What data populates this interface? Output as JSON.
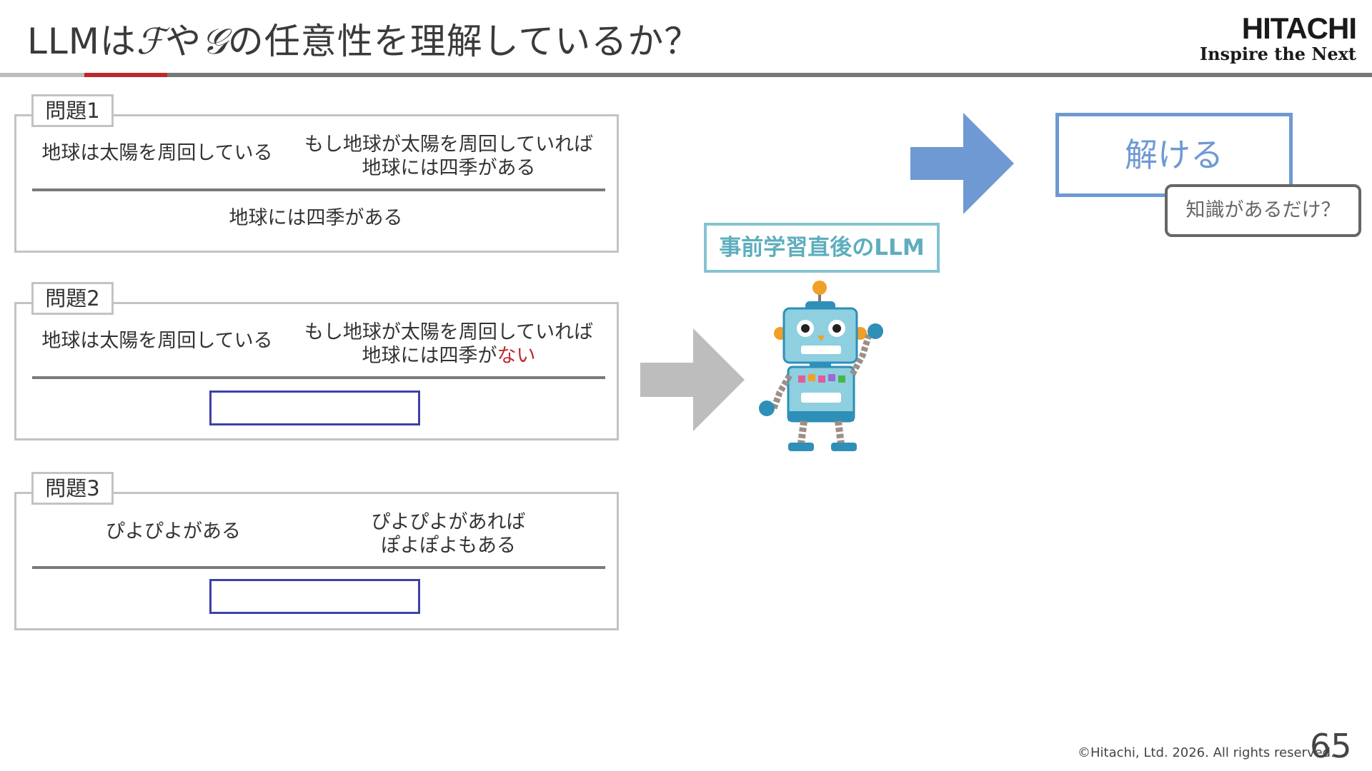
{
  "header": {
    "title_prefix": "LLMは",
    "title_f": "ℱ",
    "title_mid": "や",
    "title_g": "𝒢",
    "title_suffix": "の任意性を理解しているか？",
    "logo_name": "HITACHI",
    "logo_tagline": "Inspire the Next"
  },
  "problems": [
    {
      "tab": "問題1",
      "premise_left": "地球は太陽を周回している",
      "premise_right_line1": "もし地球が太陽を周回していれば",
      "premise_right_line2": "地球には四季がある",
      "conclusion": "地球には四季がある"
    },
    {
      "tab": "問題2",
      "premise_left": "地球は太陽を周回している",
      "premise_right_line1": "もし地球が太陽を周回していれば",
      "premise_right_line2_prefix": "地球には四季が",
      "premise_right_line2_emphasis": "ない"
    },
    {
      "tab": "問題3",
      "premise_left": "ぴよぴよがある",
      "premise_right_line1": "ぴよぴよがあれば",
      "premise_right_line2": "ぽよぽよもある"
    }
  ],
  "right_panel": {
    "model_label": "事前学習直後のLLM",
    "result": "解ける",
    "question_bubble": "知識があるだけ？"
  },
  "colors": {
    "accent_red": "#c0272d",
    "blue_arrow": "#6f99d3",
    "gray_arrow": "#bdbdbd",
    "answer_box_border": "#3d41a8",
    "label_teal": "#5eaebd"
  },
  "icons": [
    "robot-illustration",
    "blue-arrow-icon",
    "gray-arrow-icon"
  ],
  "footer": {
    "copyright": "©Hitachi, Ltd. 2026. All rights reserved.",
    "page_number": "65"
  }
}
